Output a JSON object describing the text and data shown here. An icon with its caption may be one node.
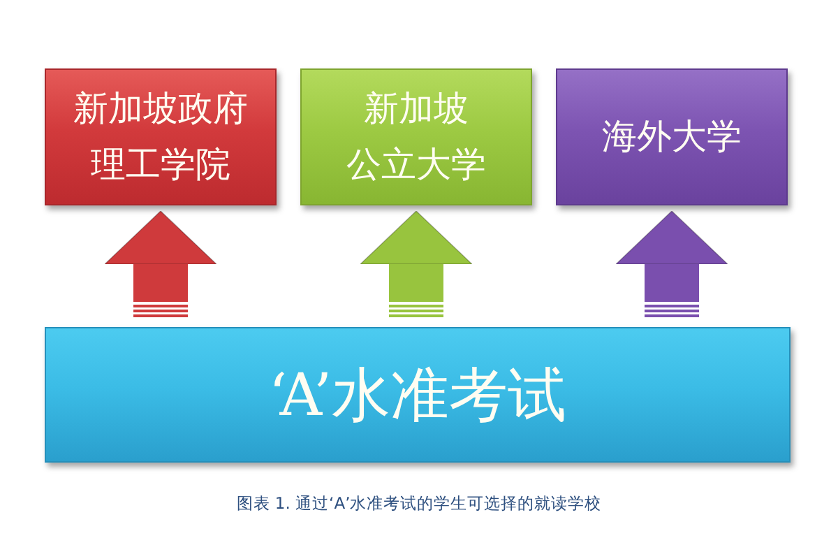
{
  "diagram": {
    "caption": "图表 1. 通过‘A’水准考试的学生可选择的就读学校",
    "nodes": [
      {
        "text": [
          "新加坡政府理工学院"
        ]
      },
      {
        "text": [
          "新加坡公立大学"
        ]
      },
      {
        "text": [
          "海外大学"
        ]
      },
      {
        "text": [
          "‘A’水准考试"
        ]
      }
    ],
    "edges": [
      {
        "from": 3,
        "to": 0,
        "arrow": "to",
        "color": "#cf3a3c"
      },
      {
        "from": 3,
        "to": 1,
        "arrow": "to",
        "color": "#98c43e"
      },
      {
        "from": 3,
        "to": 2,
        "arrow": "to",
        "color": "#7a4fae"
      }
    ]
  }
}
